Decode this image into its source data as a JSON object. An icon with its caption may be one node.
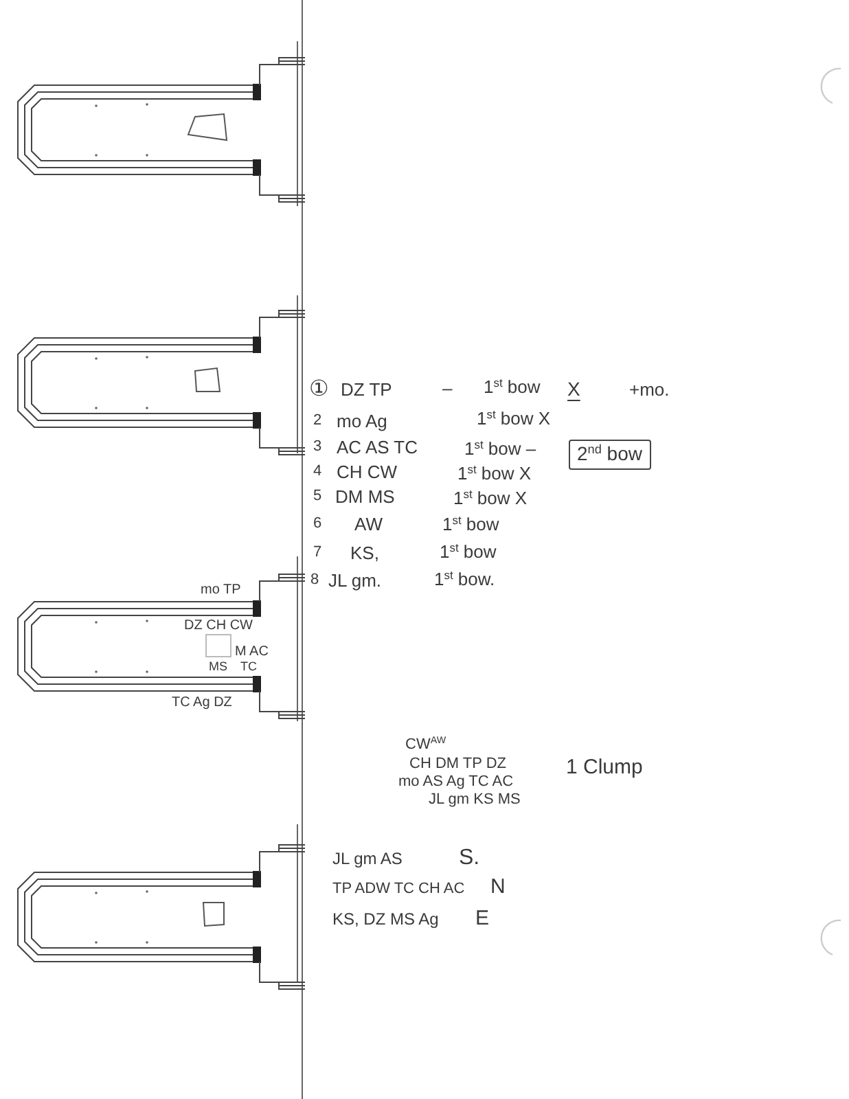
{
  "diagram": {
    "nodes": [
      {
        "text": [
          "2$^{nd}$ bow"
        ]
      }
    ],
    "labels": [
      "①",
      "DZ TP",
      "–",
      "1$^{st}$ bow",
      "X",
      "+mo.",
      "2",
      "mo Ag",
      "1$^{st}$ bow X",
      "3",
      "AC AS TC",
      "1$^{st}$ bow –",
      "4",
      "CH CW",
      "1$^{st}$ bow X",
      "5",
      "DM MS",
      "1$^{st}$ bow X",
      "6",
      "AW",
      "1$^{st}$ bow",
      "7",
      "KS,",
      "1$^{st}$ bow",
      "8",
      "JL gm.",
      "1$^{st}$ bow.",
      "mo TP",
      "DZ CH CW",
      "M AC",
      "MS",
      "TC",
      "TC Ag DZ",
      "CW$^{AW}$",
      "CH DM TP DZ",
      "1 Clump",
      "mo AS Ag TC AC",
      "JL gm KS MS",
      "JL gm AS",
      "S.",
      "TP ADW TC CH AC",
      "N",
      "KS, DZ MS Ag",
      "E"
    ]
  }
}
